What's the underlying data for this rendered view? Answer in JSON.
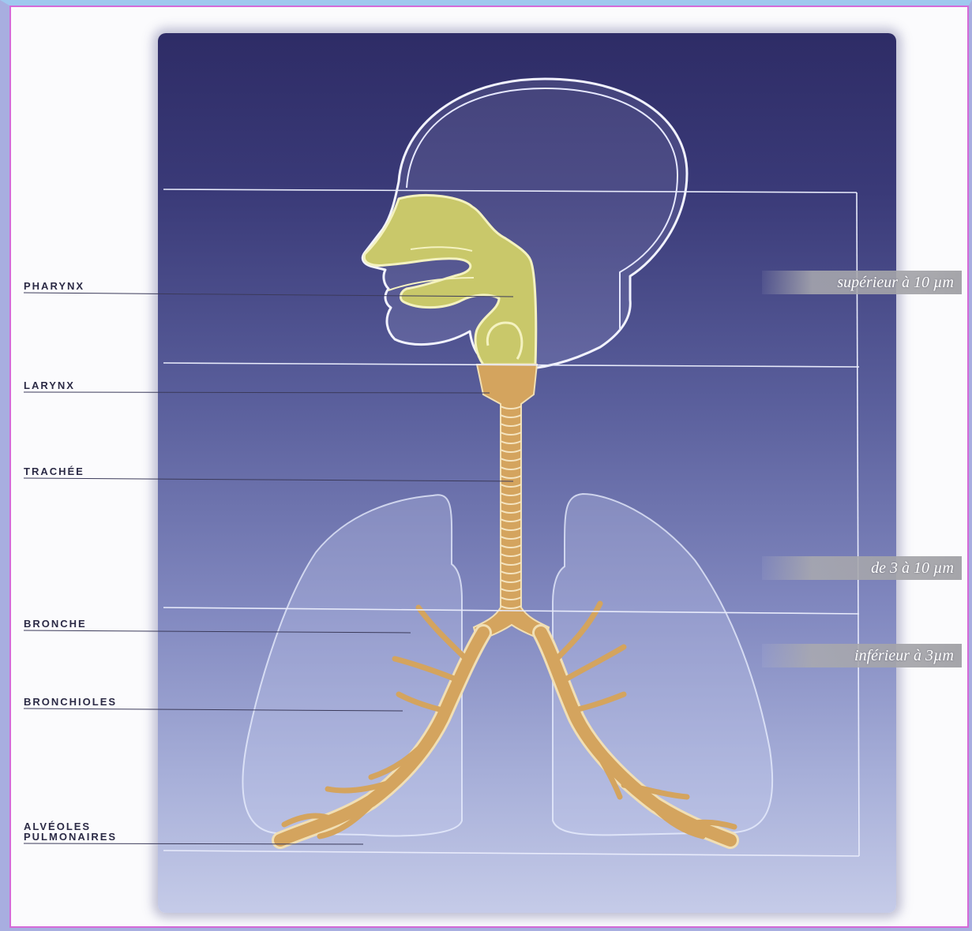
{
  "labels": {
    "pharynx": "PHARYNX",
    "larynx": "LARYNX",
    "trachee": "TRACHÉE",
    "bronche": "BRONCHE",
    "bronchioles": "BRONCHIOLES",
    "alveoles_line1": "ALVÉOLES",
    "alveoles_line2": "PULMONAIRES"
  },
  "particle_sizes": {
    "upper": "supérieur à 10 µm",
    "middle": "de 3 à 10 µm",
    "lower": "inférieur à 3µm"
  },
  "colors": {
    "upper_airway": "#c9c86a",
    "lower_airway": "#d4a45e",
    "panel_top": "#2e2c66",
    "panel_bottom": "#c5cbe8"
  }
}
